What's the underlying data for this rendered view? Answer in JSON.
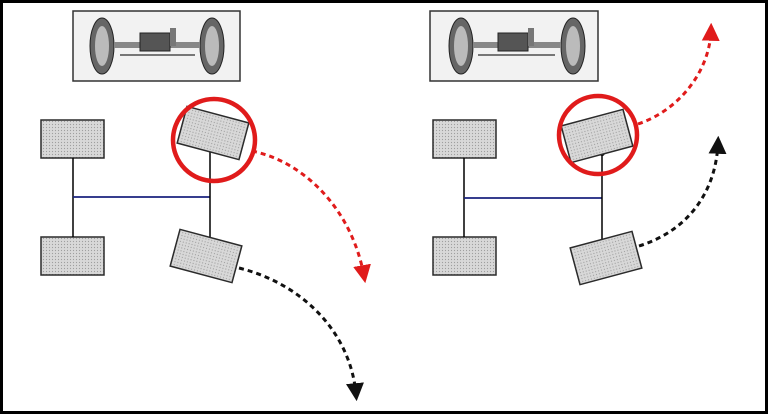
{
  "colors": {
    "frame": "#000000",
    "axle_line": "#1a237e",
    "wheel_fill": "#d4d4d4",
    "wheel_stroke": "#2b2b2b",
    "highlight_circle": "#e01b1b",
    "red_path": "#e01b1b",
    "black_path": "#111111",
    "photo_bg": "#eeeeee",
    "photo_border": "#333333"
  },
  "panels": [
    {
      "id": "left",
      "photo_icon": "axle-assembly-photo",
      "highlight": "front-right-wheel",
      "paths": [
        "red-turn-path",
        "black-turn-path"
      ]
    },
    {
      "id": "right",
      "photo_icon": "axle-assembly-photo",
      "highlight": "front-right-wheel",
      "paths": [
        "red-turn-path",
        "black-turn-path"
      ]
    }
  ]
}
